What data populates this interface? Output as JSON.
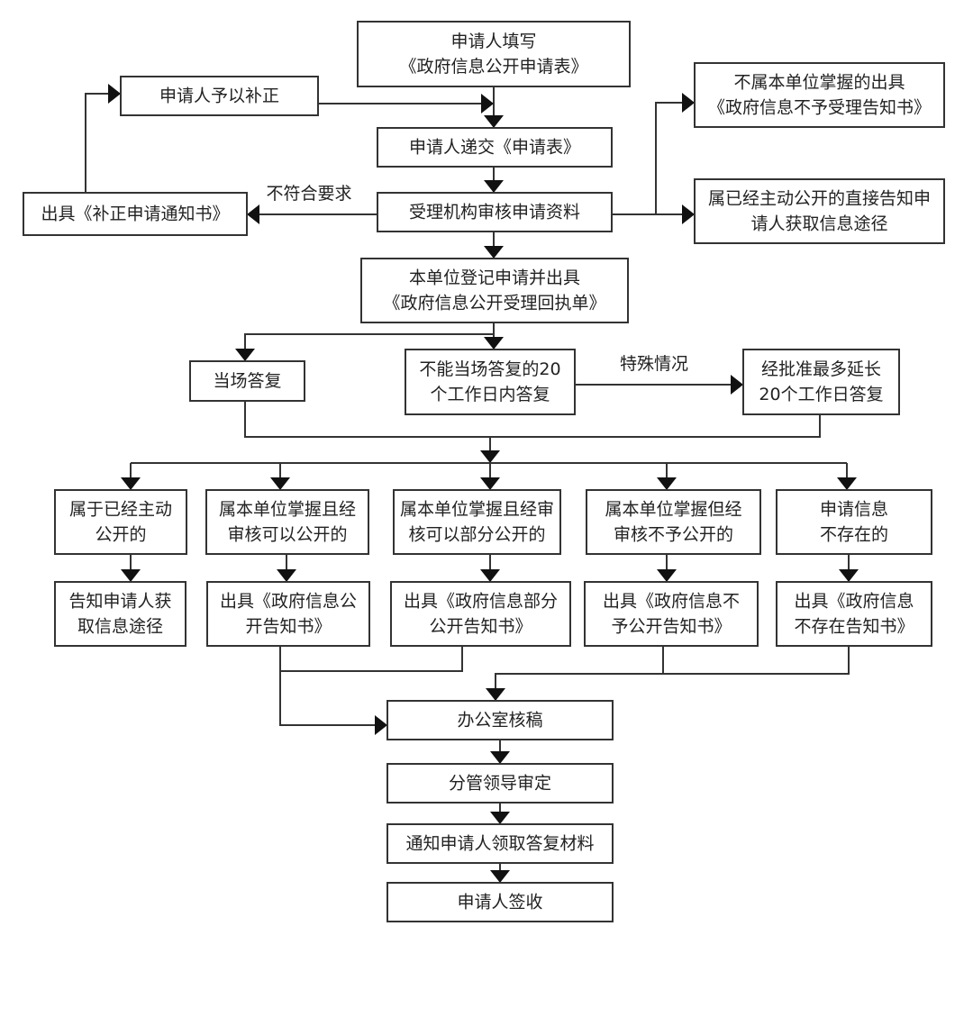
{
  "diagram": {
    "nodes": {
      "fill_form": [
        "申请人填写",
        "《政府信息公开申请表》"
      ],
      "supplement": [
        "申请人予以补正"
      ],
      "submit": [
        "申请人递交《申请表》"
      ],
      "review": [
        "受理机构审核申请资料"
      ],
      "correction_notice": [
        "出具《补正申请通知书》"
      ],
      "not_held": [
        "不属本单位掌握的出具",
        "《政府信息不予受理告知书》"
      ],
      "already_public_direct": [
        "属已经主动公开的直接告知申",
        "请人获取信息途径"
      ],
      "register": [
        "本单位登记申请并出具",
        "《政府信息公开受理回执单》"
      ],
      "reply_now": [
        "当场答复"
      ],
      "reply_20": [
        "不能当场答复的20",
        "个工作日内答复"
      ],
      "extend": [
        "经批准最多延长",
        "20个工作日答复"
      ],
      "cat_public": [
        "属于已经主动",
        "公开的"
      ],
      "cat_open": [
        "属本单位掌握且经",
        "审核可以公开的"
      ],
      "cat_partial": [
        "属本单位掌握且经审",
        "核可以部分公开的"
      ],
      "cat_withheld": [
        "属本单位掌握但经",
        "审核不予公开的"
      ],
      "cat_nonexist": [
        "申请信息",
        "不存在的"
      ],
      "out_public": [
        "告知申请人获",
        "取信息途径"
      ],
      "out_open": [
        "出具《政府信息公",
        "开告知书》"
      ],
      "out_partial": [
        "出具《政府信息部分",
        "公开告知书》"
      ],
      "out_withheld": [
        "出具《政府信息不",
        "予公开告知书》"
      ],
      "out_nonexist": [
        "出具《政府信息",
        "不存在告知书》"
      ],
      "office_check": [
        "办公室核稿"
      ],
      "leader_approve": [
        "分管领导审定"
      ],
      "notify": [
        "通知申请人领取答复材料"
      ],
      "sign": [
        "申请人签收"
      ]
    },
    "edge_labels": {
      "not_compliant": "不符合要求",
      "special_case": "特殊情况"
    }
  }
}
